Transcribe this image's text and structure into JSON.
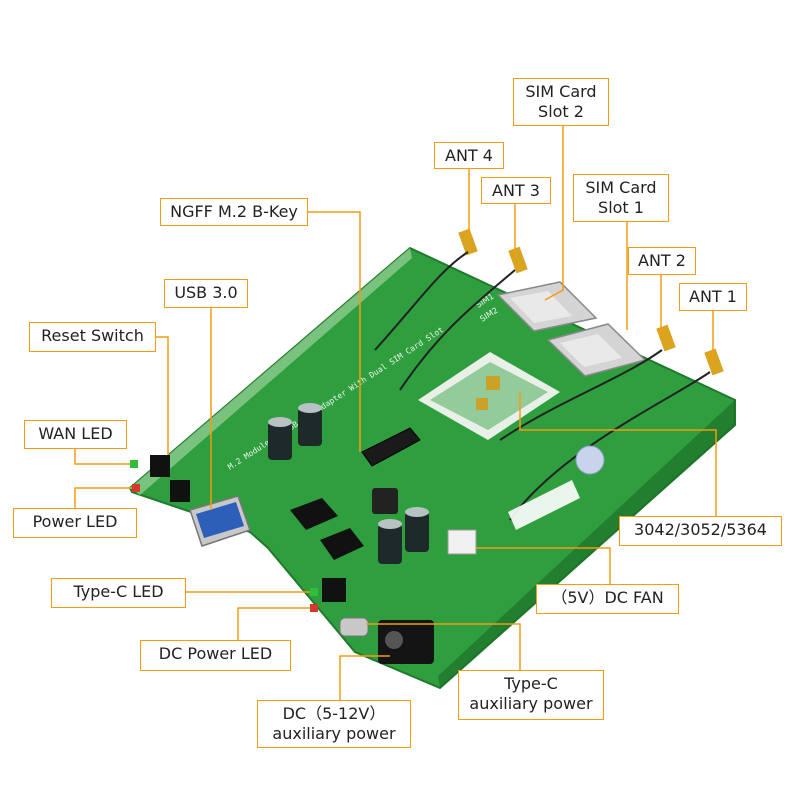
{
  "diagram": {
    "labels": {
      "sim_card_slot_2": [
        "SIM Card",
        "Slot 2"
      ],
      "ant_4": "ANT 4",
      "ant_3": "ANT 3",
      "sim_card_slot_1": [
        "SIM Card",
        "Slot 1"
      ],
      "ngff_m2_b_key": "NGFF M.2 B-Key",
      "ant_2": "ANT 2",
      "ant_1": "ANT 1",
      "usb_3_0": "USB 3.0",
      "reset_switch": "Reset Switch",
      "wan_led": "WAN LED",
      "power_led": "Power LED",
      "module_sizes": "3042/3052/5364",
      "type_c_led": "Type-C LED",
      "dc_fan": "（5V）DC FAN",
      "dc_power_led": "DC Power LED",
      "type_c_aux_power": [
        "Type-C",
        "auxiliary power"
      ],
      "dc_aux_power": [
        "DC（5-12V）",
        "auxiliary power"
      ]
    },
    "board_silkscreen": {
      "title": "M.2 Module To USB 3.0 Adapter With Dual SIM Card Slot",
      "sim2": "SIM2",
      "sim1": "SIM1"
    },
    "colors": {
      "pcb": "#2f9e3e",
      "callout_border": "#f39c12",
      "leader_line": "#f39c12"
    }
  }
}
